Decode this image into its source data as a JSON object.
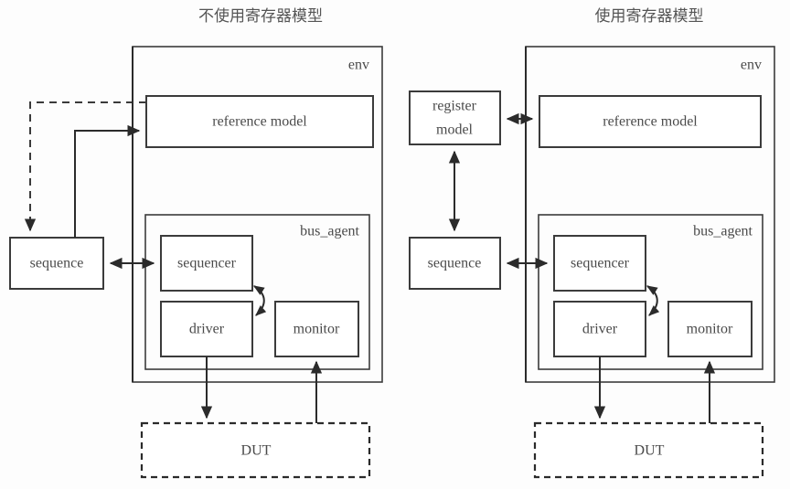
{
  "figure": {
    "kind": "block-diagram",
    "panels": [
      {
        "id": "left",
        "title": "不使用寄存器模型",
        "containers": [
          {
            "id": "env",
            "label": "env"
          },
          {
            "id": "bus_agent",
            "label": "bus_agent"
          }
        ],
        "blocks": [
          {
            "id": "reference_model",
            "label": "reference model"
          },
          {
            "id": "sequence",
            "label": "sequence"
          },
          {
            "id": "sequencer",
            "label": "sequencer"
          },
          {
            "id": "driver",
            "label": "driver"
          },
          {
            "id": "monitor",
            "label": "monitor"
          },
          {
            "id": "dut",
            "label": "DUT"
          }
        ]
      },
      {
        "id": "right",
        "title": "使用寄存器模型",
        "containers": [
          {
            "id": "env",
            "label": "env"
          },
          {
            "id": "bus_agent",
            "label": "bus_agent"
          }
        ],
        "blocks": [
          {
            "id": "register_model",
            "label_line1": "register",
            "label_line2": "model"
          },
          {
            "id": "reference_model",
            "label": "reference model"
          },
          {
            "id": "sequence",
            "label": "sequence"
          },
          {
            "id": "sequencer",
            "label": "sequencer"
          },
          {
            "id": "driver",
            "label": "driver"
          },
          {
            "id": "monitor",
            "label": "monitor"
          },
          {
            "id": "dut",
            "label": "DUT"
          }
        ]
      }
    ],
    "colors": {
      "background": "#fdfdfd",
      "box_stroke": "#3b3b3b",
      "text": "#4a4a4a",
      "title_text": "#555555",
      "connector": "#2b2b2b"
    }
  }
}
